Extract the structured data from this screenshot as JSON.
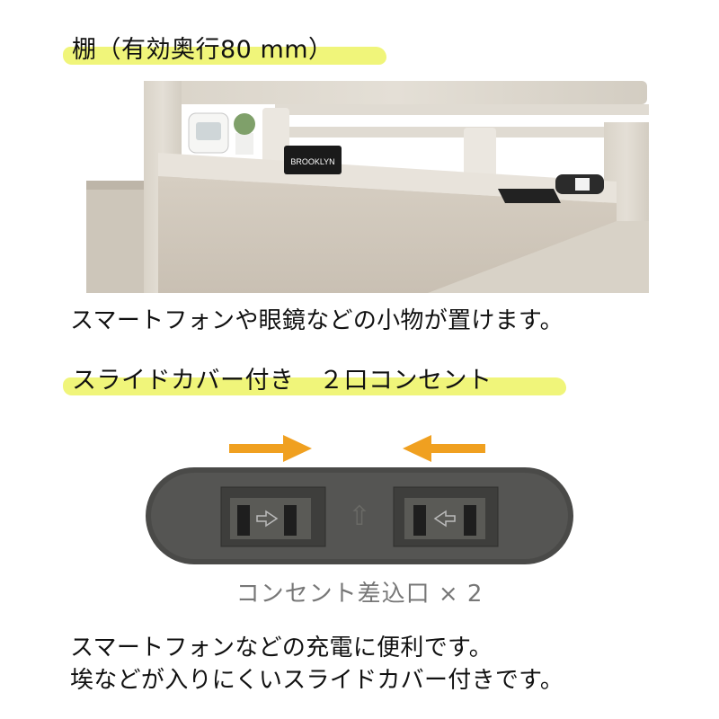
{
  "section1": {
    "heading": "棚（有効奥行80 mm）",
    "description": "スマートフォンや眼鏡などの小物が置けます。",
    "photo": {
      "box_label": "BROOKLYN"
    }
  },
  "section2": {
    "heading": "スライドカバー付き　２口コンセント",
    "outlet_caption": "コンセント差込口 × 2",
    "description_lines": [
      "スマートフォンなどの充電に便利です。",
      "埃などが入りにくいスライドカバー付きです。"
    ]
  },
  "colors": {
    "highlight": "#f0f57a",
    "arrow": "#f0a020",
    "wood_light": "#ddd8cf",
    "outlet_body": "#4a4a48"
  }
}
